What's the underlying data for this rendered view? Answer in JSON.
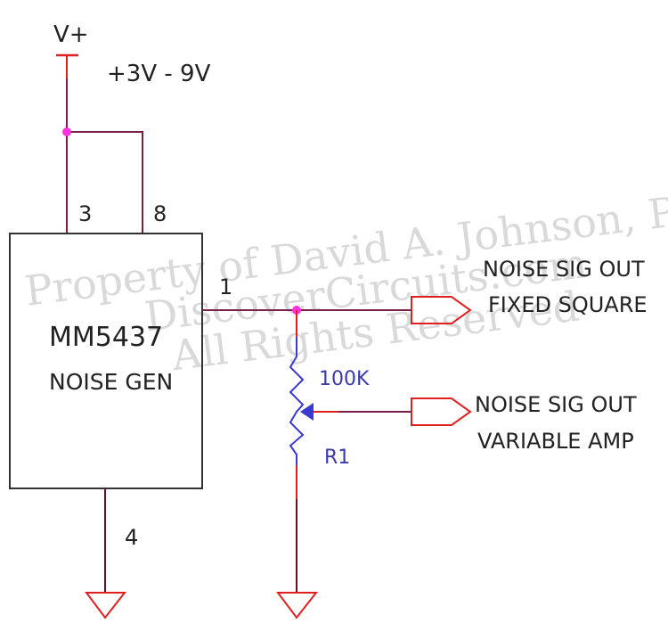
{
  "schematic": {
    "supply": {
      "label": "V+",
      "range": "+3V - 9V"
    },
    "chip": {
      "part_number": "MM5437",
      "function": "NOISE GEN",
      "pins": {
        "vdd_a": "3",
        "vdd_b": "8",
        "output": "1",
        "ground": "4"
      }
    },
    "potentiometer": {
      "value": "100K",
      "designator": "R1"
    },
    "outputs": [
      {
        "line1": "NOISE SIG OUT",
        "line2": "FIXED SQUARE"
      },
      {
        "line1": "NOISE SIG OUT",
        "line2": "VARIABLE AMP"
      }
    ],
    "watermark": {
      "line1": "Property of David A. Johnson, P.E.",
      "line2": "DiscoverCircuits.com",
      "line3": "All Rights Reserved"
    },
    "colors": {
      "wire": "#7a1f4a",
      "power_symbol": "#e02020",
      "resistor": "#3a3ad0",
      "junction": "#ff33dd",
      "box": "#333333"
    }
  }
}
